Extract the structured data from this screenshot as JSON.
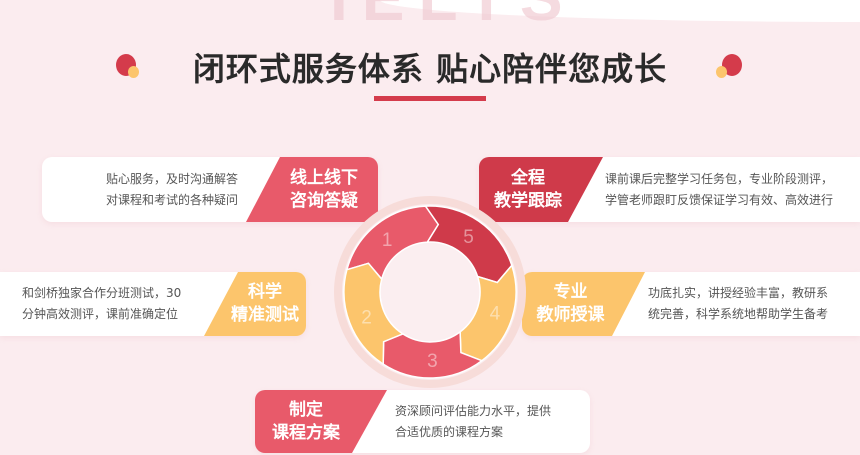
{
  "header": {
    "watermark": "IELTS",
    "title": "闭环式服务体系  贴心陪伴您成长"
  },
  "colors": {
    "red": "#e85a6a",
    "dark_red": "#cf3a4a",
    "yellow": "#fcc56c",
    "accent": "#d43b4b"
  },
  "steps": [
    {
      "num": "1",
      "title1": "线上线下",
      "title2": "咨询答疑",
      "desc1": "贴心服务，及时沟通解答",
      "desc2": "对课程和考试的各种疑问"
    },
    {
      "num": "2",
      "title1": "科学",
      "title2": "精准测试",
      "desc1": "和剑桥独家合作分班测试，30",
      "desc2": "分钟高效测评，课前准确定位"
    },
    {
      "num": "3",
      "title1": "制定",
      "title2": "课程方案",
      "desc1": "资深顾问评估能力水平，提供",
      "desc2": "合适优质的课程方案"
    },
    {
      "num": "4",
      "title1": "专业",
      "title2": "教师授课",
      "desc1": "功底扎实，讲授经验丰富，教研系",
      "desc2": "统完善，科学系统地帮助学生备考"
    },
    {
      "num": "5",
      "title1": "全程",
      "title2": "教学跟踪",
      "desc1": "课前课后完整学习任务包，专业阶段测评，",
      "desc2": "学管老师跟盯反馈保证学习有效、高效进行"
    }
  ]
}
